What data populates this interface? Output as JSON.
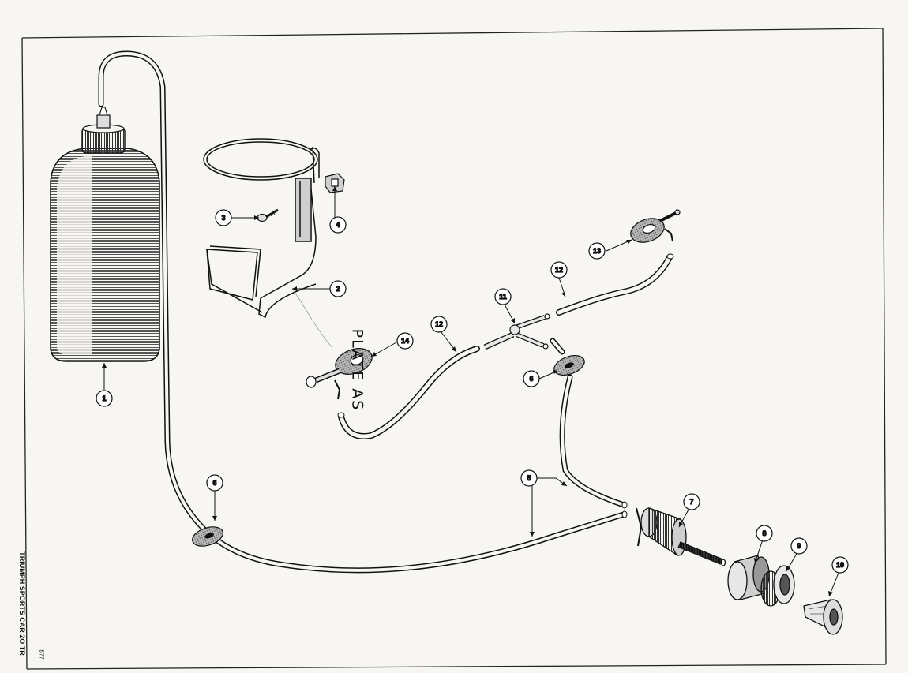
{
  "plate_title": "PLATE AS",
  "footer_text": "TRIUMPH SPORTS CAR 2O TR",
  "reference_code": "B77",
  "callouts": [
    {
      "id": "callout-1",
      "label": "1"
    },
    {
      "id": "callout-2",
      "label": "2"
    },
    {
      "id": "callout-3",
      "label": "3"
    },
    {
      "id": "callout-4",
      "label": "4"
    },
    {
      "id": "callout-5",
      "label": "5"
    },
    {
      "id": "callout-6a",
      "label": "6"
    },
    {
      "id": "callout-6b",
      "label": "6"
    },
    {
      "id": "callout-7",
      "label": "7"
    },
    {
      "id": "callout-8",
      "label": "8"
    },
    {
      "id": "callout-9",
      "label": "9"
    },
    {
      "id": "callout-10",
      "label": "10"
    },
    {
      "id": "callout-11",
      "label": "11"
    },
    {
      "id": "callout-12a",
      "label": "12"
    },
    {
      "id": "callout-12b",
      "label": "12"
    },
    {
      "id": "callout-13",
      "label": "13"
    },
    {
      "id": "callout-14",
      "label": "14"
    }
  ],
  "colors": {
    "ink": "#111111",
    "paper": "#f7f6f3",
    "grommet": "#9a9a9a",
    "shade": "#555555"
  }
}
